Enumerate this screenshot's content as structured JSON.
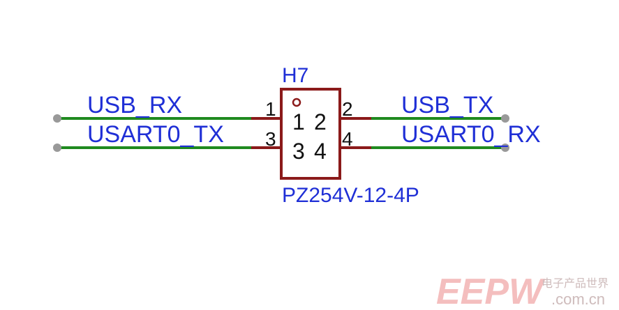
{
  "component": {
    "ref": "H7",
    "value": "PZ254V-12-4P",
    "inner_pins": {
      "p1": "1",
      "p2": "2",
      "p3": "3",
      "p4": "4"
    },
    "outer_pins": {
      "p1": "1",
      "p2": "2",
      "p3": "3",
      "p4": "4"
    }
  },
  "nets": {
    "usb_rx": "USB_RX",
    "usart0_tx": "USART0_TX",
    "usb_tx": "USB_TX",
    "usart0_rx": "USART0_RX"
  },
  "watermark": {
    "brand": "EEPW",
    "chinese": "电子产品世界",
    "domain": ".com.cn"
  },
  "colors": {
    "wire": "#1f8a1f",
    "pin": "#8b1a1a",
    "body": "#8b1a1a",
    "label": "#1f2fd6",
    "endpoint": "#999999",
    "watermark": "#f3b8b8"
  }
}
